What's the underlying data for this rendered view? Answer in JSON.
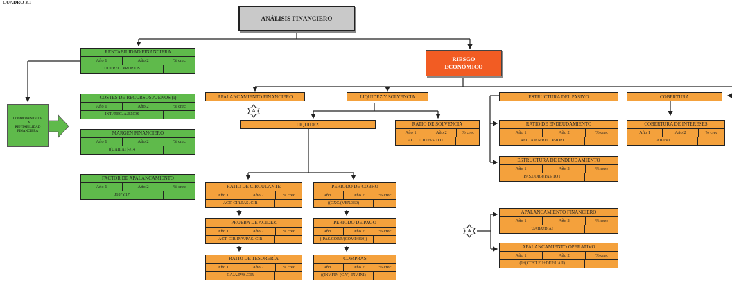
{
  "caption": "CUADRO 3.1",
  "root": "ANÁLISIS FINANCIERO",
  "risk": "RIESGO ECONÓMICO",
  "component": "COMPONENTE DE LA RENTABILIDAD FINANCIERA",
  "marker": "A",
  "headers": {
    "apalancamiento": "APALANCAMIENTO FINANCIERO",
    "liquidez_solvencia": "LIQUIDEZ Y SOLVENCIA",
    "liquidez": "LIQUIDEZ",
    "estructura_pasivo": "ESTRUCTURA DEL PASIVO",
    "cobertura": "COBERTURA"
  },
  "cols": {
    "year1": "Año 1",
    "year2": "Año 2",
    "pct": "% crec"
  },
  "tables": {
    "rentabilidad": {
      "title": "RENTABILIDAD FINANCIERA",
      "formula": "UDI/REC. PROPIOS"
    },
    "costes": {
      "title": "COSTES DE RECURSOS AJENOS (i)",
      "formula": "INT./REC. AJENOS"
    },
    "margen": {
      "title": "MARGEN FINANCIERO",
      "formula": "((UAII/AT)-J14"
    },
    "factor": {
      "title": "FACTOR DE APALANCAMIENTO",
      "formula": "J18*Y17"
    },
    "solvencia": {
      "title": "RATIO DE SOLVENCIA",
      "formula": "ACT. TOT/PAS.TOT"
    },
    "endeudamiento": {
      "title": "RATIO DE ENDEUDAMIENTO",
      "formula": "REC. AJEN/REC. PROPI"
    },
    "estructura_endeud": {
      "title": "ESTRUCTURA DE ENDEUDAMIENTO",
      "formula": "PAS.CORR/PAS.TOT"
    },
    "cobertura_int": {
      "title": "COBERTURA DE INTERESES",
      "formula": "UAII/INT."
    },
    "circulante": {
      "title": "RATIO DE CIRCULANTE",
      "formula": "ACT. CIR/PAS. CIR"
    },
    "acidez": {
      "title": "PRUEBA DE ACIDEZ",
      "formula": "ACT. CIR-INV./PAS. CIR"
    },
    "tesoreria": {
      "title": "RATIO DE TESORERÍA",
      "formula": "CAJA/PAS.CIR"
    },
    "cobro": {
      "title": "PERIODO DE COBRO",
      "formula": "((CXC/(VEN/360)"
    },
    "pago": {
      "title": "PERIODO DE PAGO",
      "formula": "((PAS.CORR/(COMP/360))"
    },
    "compras": {
      "title": "COMPRAS",
      "formula": "((INV.FIN-(C.V)-INV.INI)"
    },
    "apal_fin": {
      "title": "APALANCAMIENTO FINANCIERO",
      "formula": "UAII/UDIAI"
    },
    "apal_op": {
      "title": "APALANCAMIENTO OPERATIVO",
      "formula": "(1+(COST.FIJ+DEP/UAII)"
    }
  }
}
